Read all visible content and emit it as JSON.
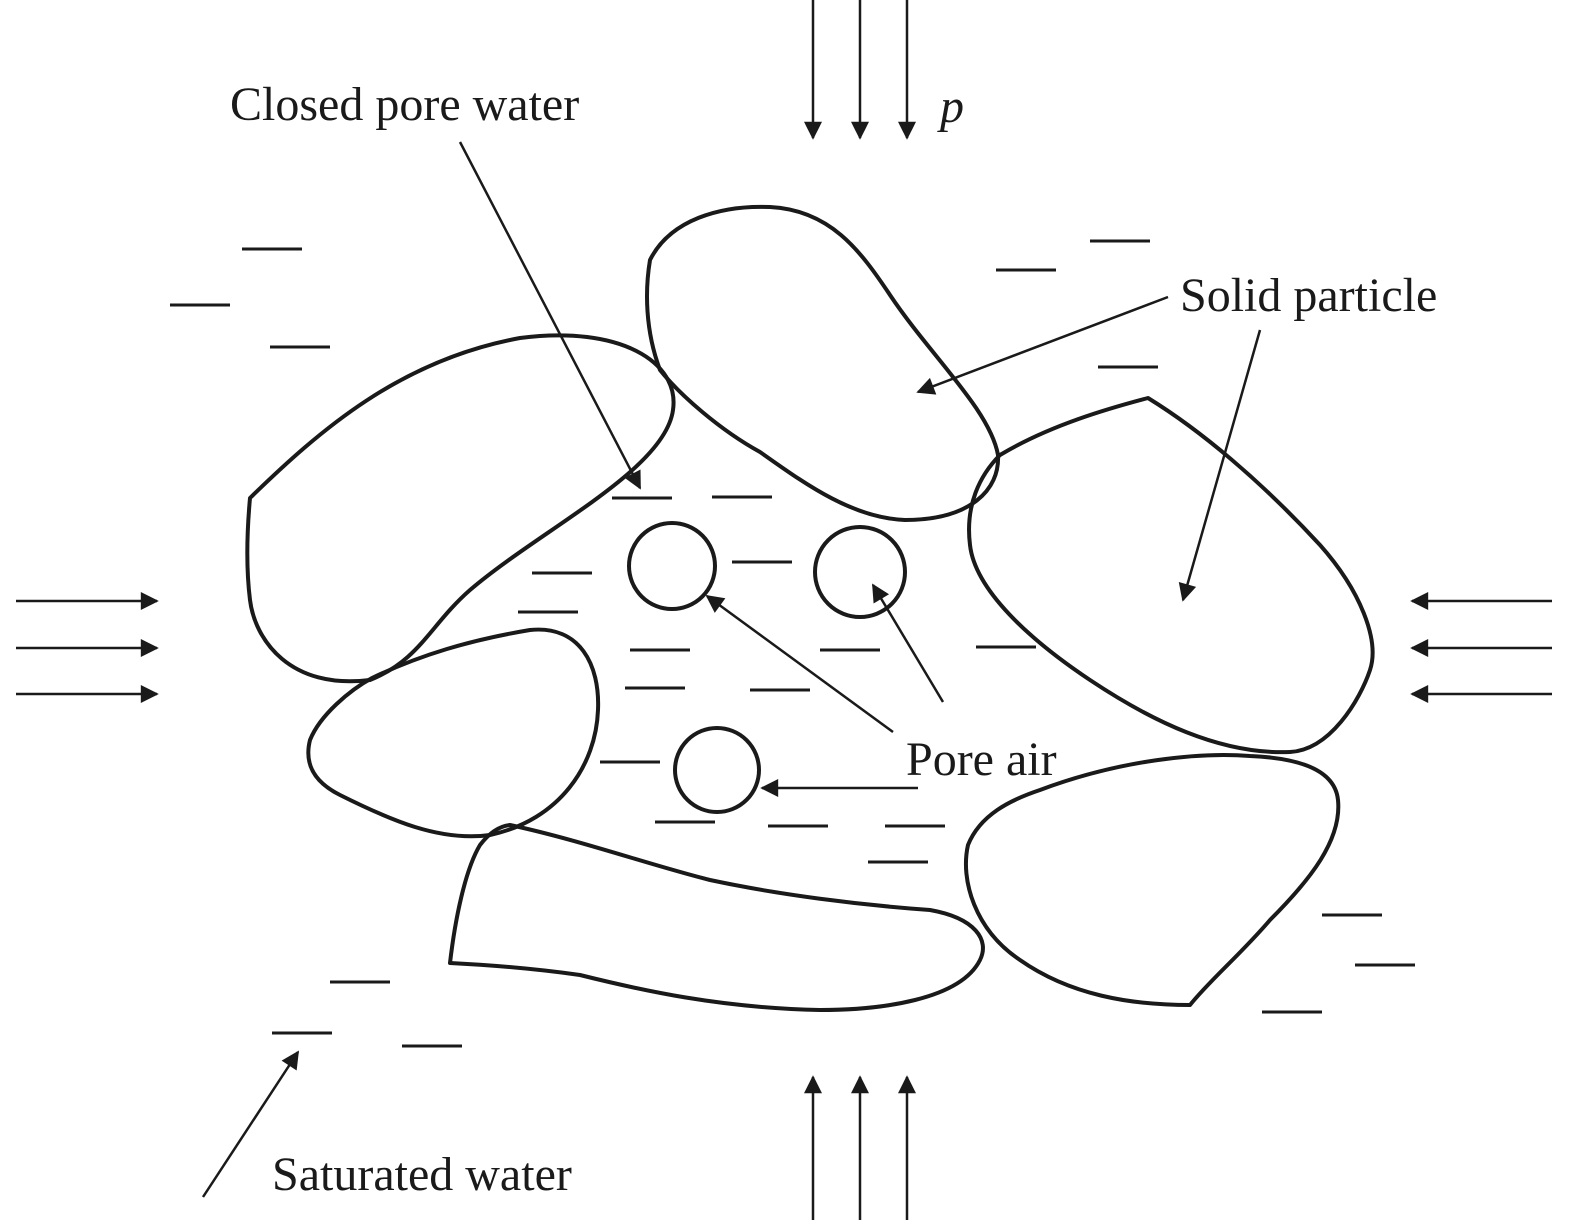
{
  "labels": {
    "closed_pore_water": "Closed pore water",
    "load": "p",
    "solid_particle": "Solid particle",
    "pore_air": "Pore air",
    "saturated_water": "Saturated water"
  },
  "colors": {
    "ink": "#1a1a1a",
    "background": "#ffffff"
  }
}
